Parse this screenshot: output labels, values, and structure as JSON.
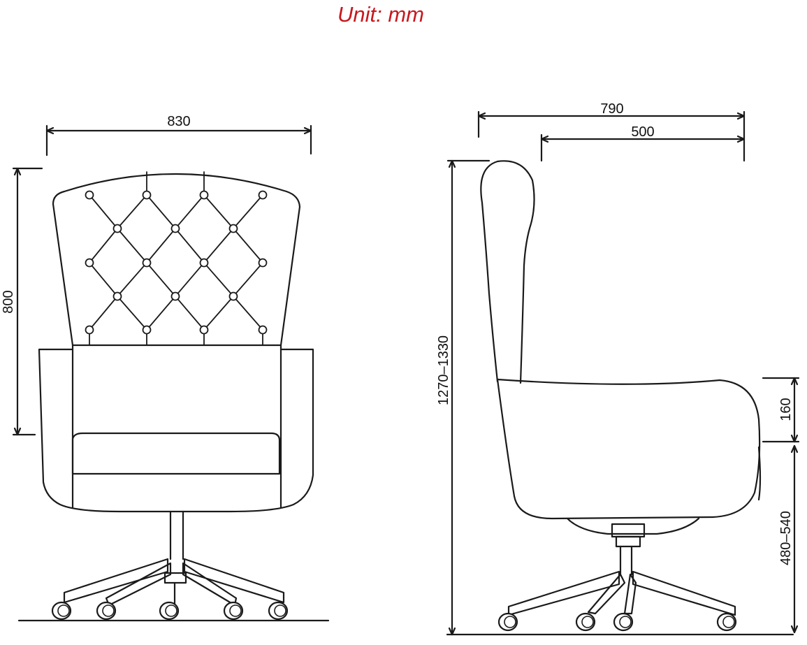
{
  "title": "Unit: mm",
  "front_view": {
    "overall_width": "830",
    "backrest_height": "800"
  },
  "side_view": {
    "overall_depth": "790",
    "seat_depth": "500",
    "overall_height": "1270–1330",
    "armrest_height_above_seat": "160",
    "seat_height": "480–540"
  },
  "colors": {
    "title": "#c8181e",
    "line": "#1a1a1a",
    "background": "#ffffff"
  }
}
